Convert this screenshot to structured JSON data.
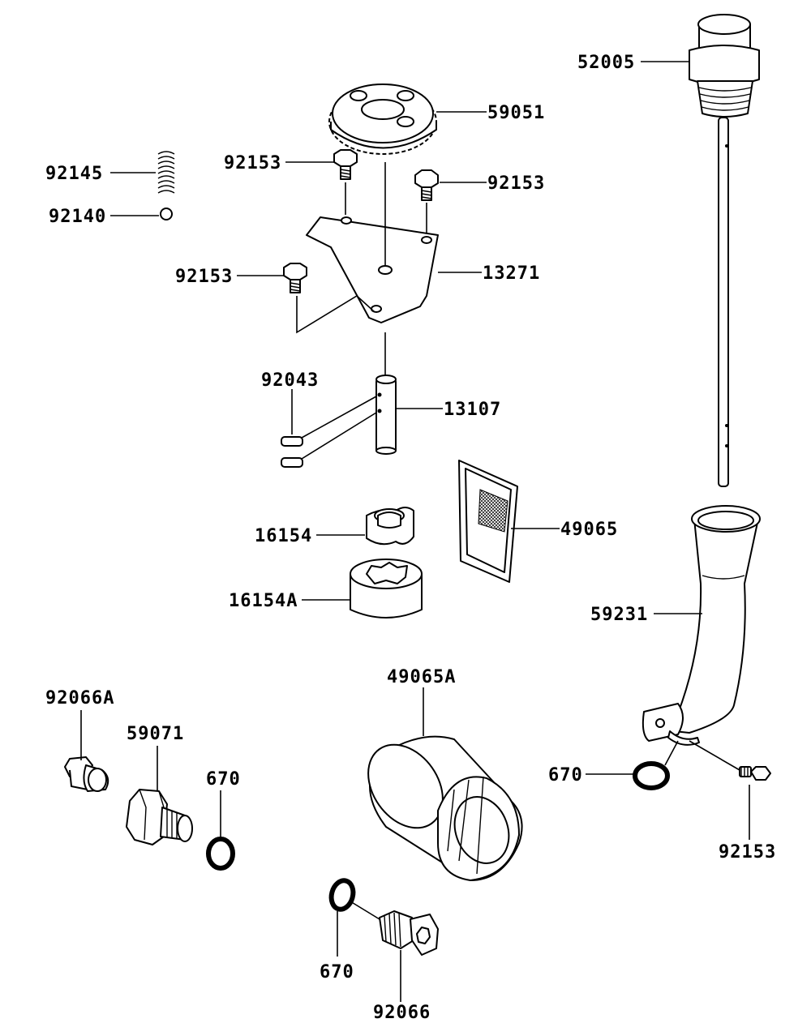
{
  "diagram": {
    "labels": {
      "p52005": "52005",
      "p59051": "59051",
      "p92145": "92145",
      "p92140": "92140",
      "p92153_a": "92153",
      "p92153_b": "92153",
      "p92153_c": "92153",
      "p13271": "13271",
      "p92043": "92043",
      "p13107": "13107",
      "p16154": "16154",
      "p16154A": "16154A",
      "p49065": "49065",
      "p59231": "59231",
      "p92066A": "92066A",
      "p59071": "59071",
      "p670_a": "670",
      "p49065A": "49065A",
      "p670_b": "670",
      "p92153_d": "92153",
      "p670_c": "670",
      "p92066": "92066"
    }
  }
}
